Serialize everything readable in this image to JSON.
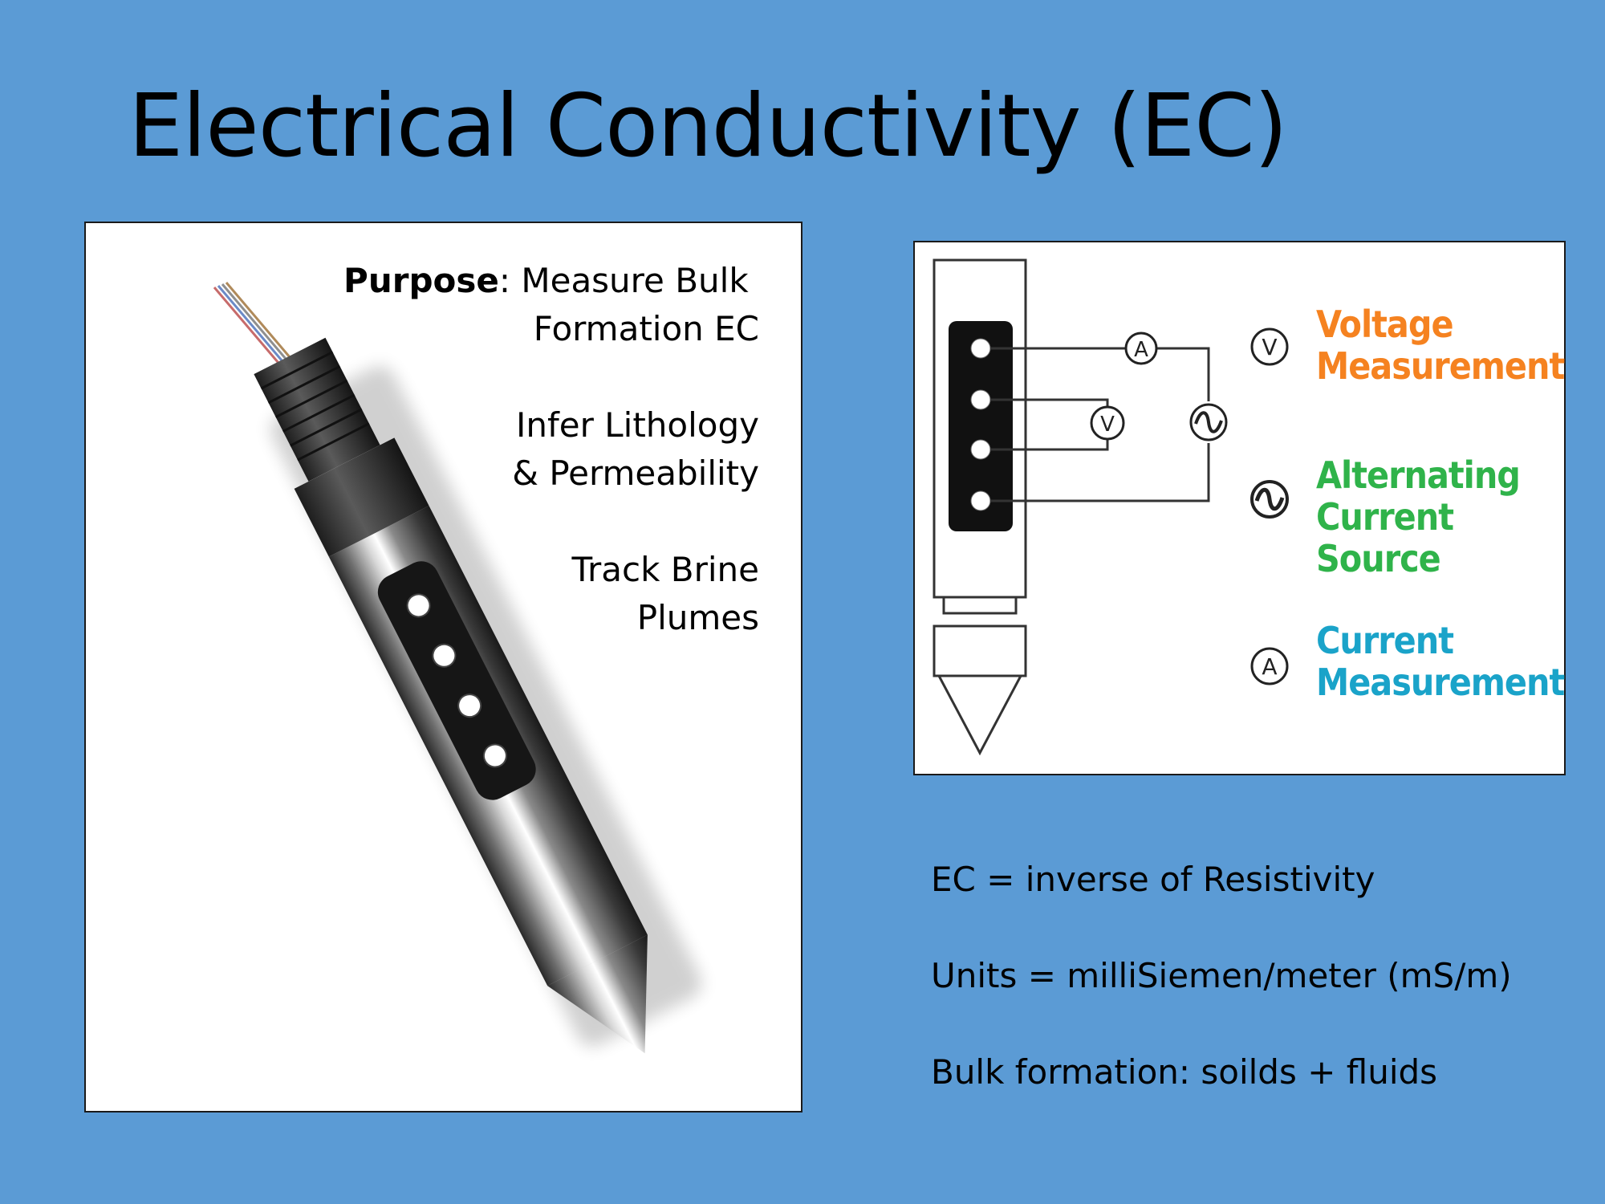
{
  "slide": {
    "title": "Electrical Conductivity (EC)"
  },
  "left_panel": {
    "purpose_label": "Purpose",
    "purpose_text": ": Measure Bulk",
    "purpose_line2": "Formation EC",
    "infer_line1": "Infer Lithology",
    "infer_line2": "& Permeability",
    "track_line1": "Track Brine",
    "track_line2": "Plumes"
  },
  "diagram": {
    "voltage_line1": "Voltage",
    "voltage_line2": "Measurement",
    "ac_line1": "Alternating",
    "ac_line2": "Current Source",
    "current_line1": "Current",
    "current_line2": "Measurement",
    "symbol_v": "V",
    "symbol_a": "A",
    "colors": {
      "voltage": "#f58220",
      "ac": "#2fb34a",
      "current": "#1aa3c9"
    }
  },
  "notes": {
    "line1": "EC = inverse of Resistivity",
    "line2": "Units = milliSiemen/meter (mS/m)",
    "line3": "Bulk formation: soilds + fluids"
  }
}
